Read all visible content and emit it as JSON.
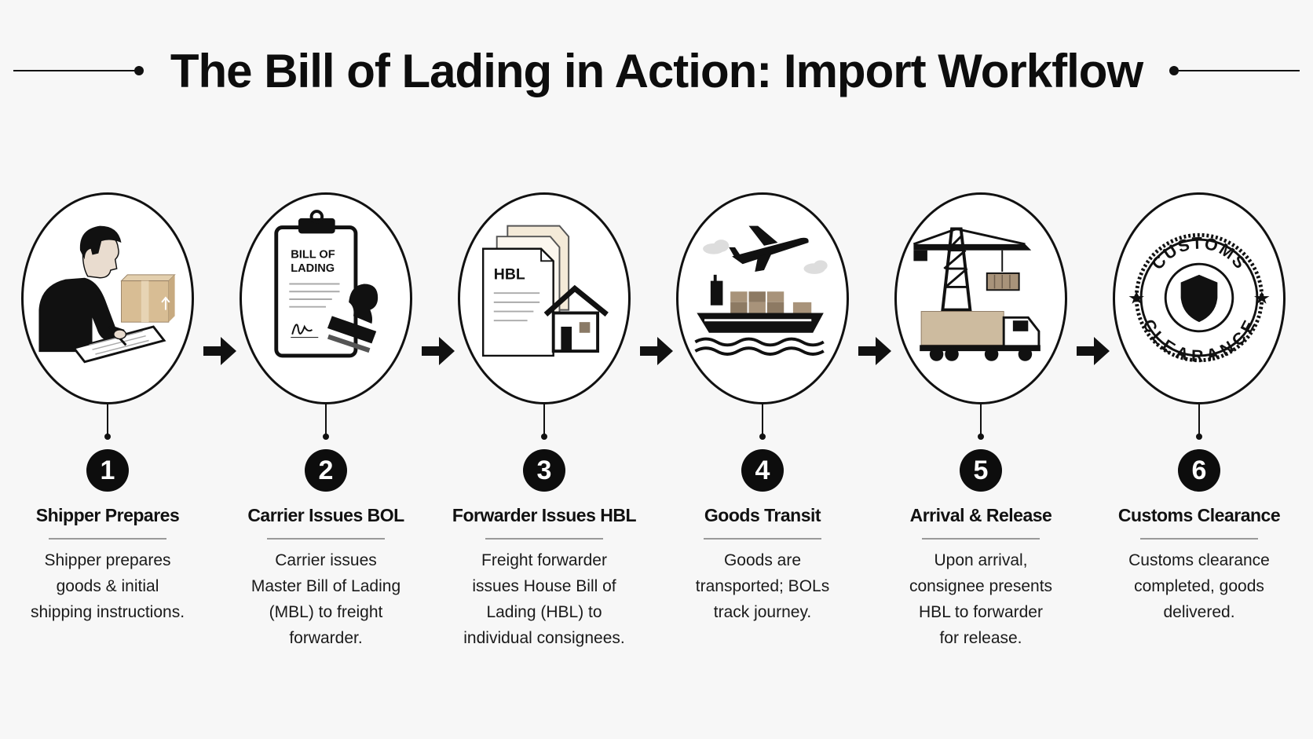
{
  "title": "The Bill of Lading in Action: Import Workflow",
  "icons": {
    "clipboard_heading_line1": "BILL OF",
    "clipboard_heading_line2": "LADING",
    "hbl_doc_label": "HBL",
    "seal_top_text": "CUSTOMS",
    "seal_bottom_text": "CLEARANCE"
  },
  "steps": [
    {
      "number": "1",
      "title": "Shipper Prepares",
      "desc_lines": [
        "Shipper prepares",
        "goods & initial",
        "shipping instructions."
      ],
      "icon": "shipper-icon"
    },
    {
      "number": "2",
      "title": "Carrier Issues BOL",
      "desc_lines": [
        "Carrier issues",
        "Master Bill of Lading",
        "(MBL) to freight",
        "forwarder."
      ],
      "icon": "bill-of-lading-clipboard-icon"
    },
    {
      "number": "3",
      "title": "Forwarder Issues HBL",
      "desc_lines": [
        "Freight forwarder",
        "issues House Bill of",
        "Lading (HBL) to",
        "individual consignees."
      ],
      "icon": "house-bill-documents-icon"
    },
    {
      "number": "4",
      "title": "Goods Transit",
      "desc_lines": [
        "Goods are",
        "transported; BOLs",
        "track journey."
      ],
      "icon": "ship-and-plane-icon"
    },
    {
      "number": "5",
      "title": "Arrival & Release",
      "desc_lines": [
        "Upon arrival,",
        "consignee presents",
        "HBL to forwarder",
        "for release."
      ],
      "icon": "crane-and-truck-icon"
    },
    {
      "number": "6",
      "title": "Customs Clearance",
      "desc_lines": [
        "Customs clearance",
        "completed, goods",
        "delivered."
      ],
      "icon": "customs-seal-icon"
    }
  ]
}
